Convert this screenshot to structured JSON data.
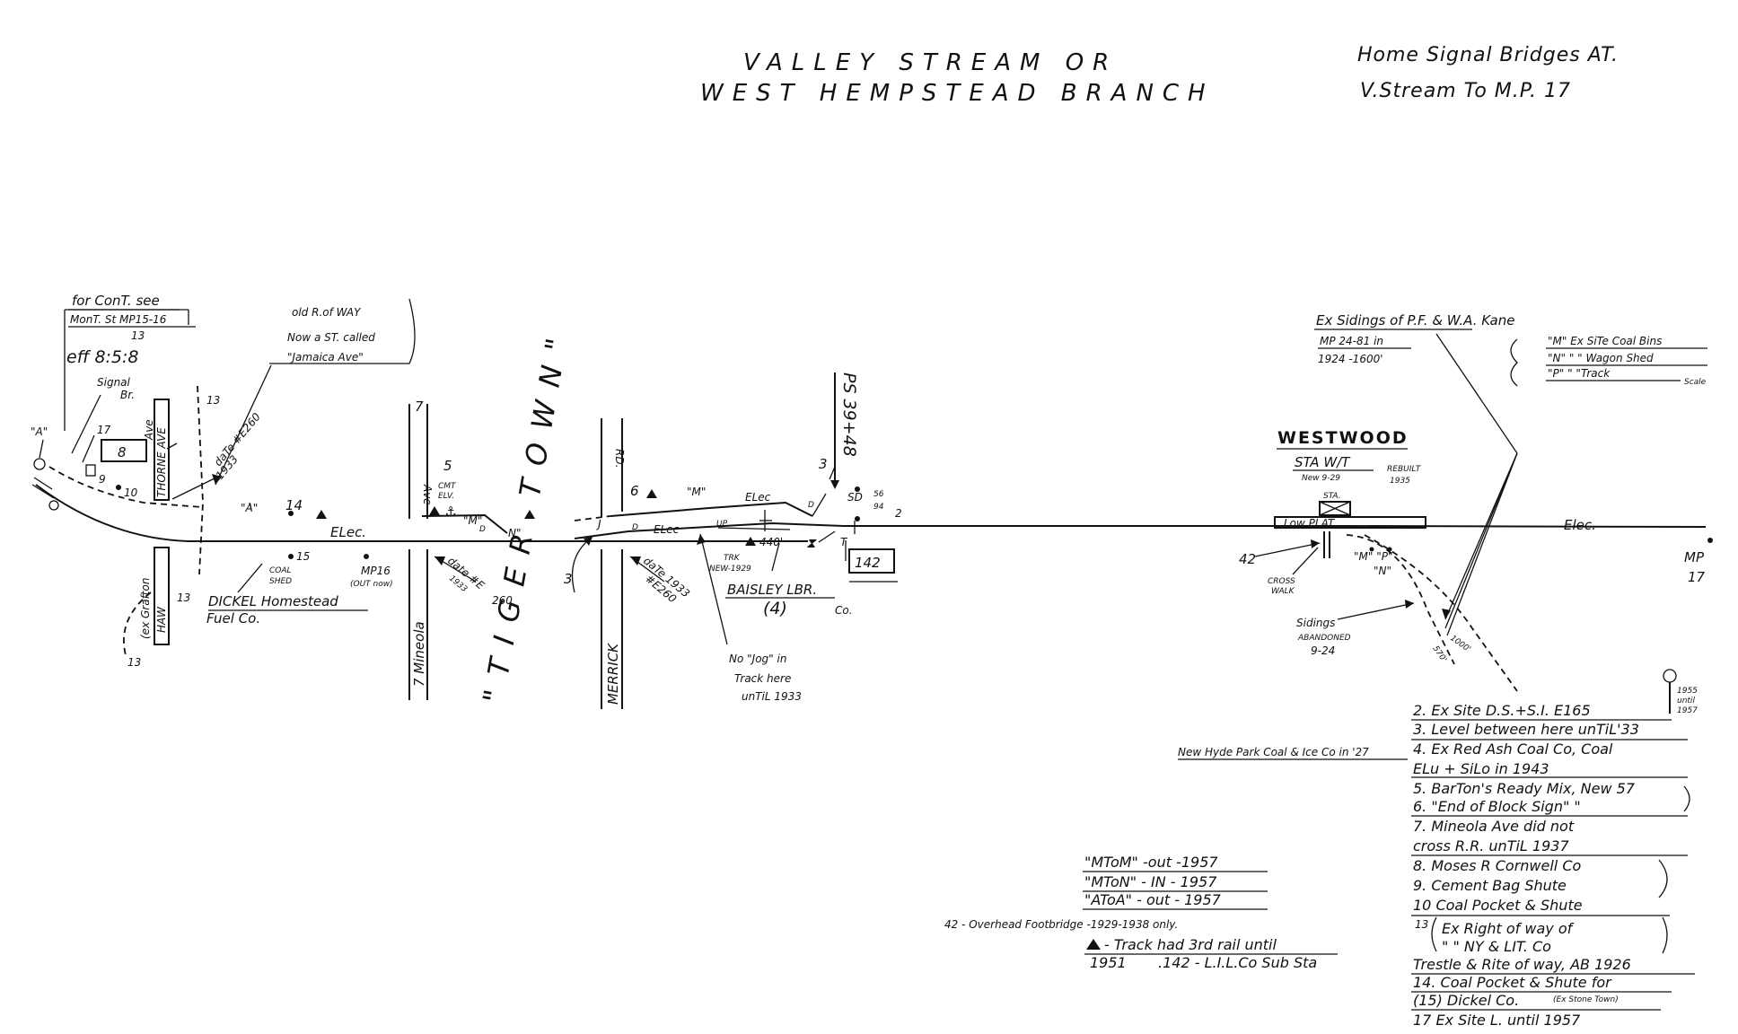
{
  "title": {
    "line1": "VALLEY STREAM OR",
    "line2": "WEST HEMPSTEAD BRANCH",
    "note1": "Home Signal Bridges AT.",
    "note2": "V.Stream To M.P. 17"
  },
  "left_notes": {
    "cont_a": "for ConT. see",
    "cont_b": "MonT. St MP15-16",
    "eff": "eff 8:5:8",
    "signal_a": "Signal",
    "signal_b": "Br.",
    "marker_A": "\"A\"",
    "n13a": "13",
    "n13b": "13",
    "n13c": "13",
    "n13d": "13",
    "n8": "8",
    "n9": "9",
    "n10": "10",
    "n17": "17",
    "thorne": "THORNE AVE",
    "thorne2": "Ave",
    "hawex": "(ex Grafton",
    "haw": "HAW",
    "date1": "daTe #E260",
    "date1b": "1933",
    "oldrow_a": "old R.of WAY",
    "oldrow_b": "Now a ST. called",
    "oldrow_c": "\"Jamaica Ave\""
  },
  "track": {
    "A": "\"A\"",
    "n14": "14",
    "elec1": "ELec.",
    "n15": "15",
    "coal1": "COAL",
    "coal2": "SHED",
    "mp16": "MP16",
    "outnow": "(OUT now)",
    "dickel1": "DICKEL Homestead",
    "dickel2": "Fuel Co.",
    "mineola_v": "7 Mineola",
    "mineola_top": "7",
    "ave": "Ave",
    "n5": "5",
    "cmt1": "CMT",
    "cmt2": "ELV.",
    "M1": "\"M\"",
    "N1": "N\"",
    "D1": "D",
    "date2": "date #E",
    "date2b": "1933",
    "date2c": "260",
    "tigertown": "\"TIGER TOWN\"",
    "n3a": "3",
    "merrick": "MERRICK",
    "rd": "RD.",
    "n6": "6",
    "M2": "\"M\"",
    "elec2": "ELec",
    "J": "J",
    "D2": "D",
    "elec3": "ELec",
    "up": "UP",
    "date3": "daTe 1933",
    "date3b": "#E260",
    "trk1": "TRK",
    "trk2": "NEW-1929",
    "f440": "440'",
    "baisley": "BAISLEY LBR.",
    "baisley4": "(4)",
    "baisleyco": "Co.",
    "nojog1": "No \"Jog\" in",
    "nojog2": "Track here",
    "nojog3": "unTiL 1933",
    "n3b": "3",
    "ps": "PS 39+48",
    "sd": "SD",
    "sd56": "56",
    "sd94": "94",
    "n2": "2",
    "n142": "142",
    "D3": "D",
    "T": "T"
  },
  "westwood": {
    "name": "WESTWOOD",
    "sta": "STA W/T",
    "new": "New 9-29",
    "rebuilt1": "REBUILT",
    "rebuilt2": "1935",
    "sta_box": "STA.",
    "plat": "Low PLAT.",
    "n42": "42",
    "cross1": "CROSS",
    "cross2": "WALK",
    "mnp": "\"M\" \"P\"",
    "nn": "\"N\"",
    "sid1": "Sidings",
    "sid2": "ABANDONED",
    "sid3": "9-24",
    "f1000": "1000'",
    "f570": "570'",
    "elec": "Elec.",
    "mp17a": "MP",
    "mp17b": "17"
  },
  "kane": {
    "a": "Ex Sidings of P.F. & W.A. Kane",
    "b": "MP 24-81 in",
    "c": "1924 -1600'",
    "m": "\"M\" Ex SiTe Coal Bins",
    "n": "\"N\"   \"   \"   Wagon Shed",
    "p": "\"P\"   \"   \"Track",
    "scale": "Scale"
  },
  "right_legend": {
    "sig1": "1955",
    "sig2": "until",
    "sig3": "1957",
    "l2": "2. Ex Site  D.S.+S.I. E165",
    "l3": "3. Level between here unTiL'33",
    "l4": "4. Ex Red Ash Coal Co, Coal",
    "l4b": "ELu + SiLo in 1943",
    "l5": "5. BarTon's Ready Mix, New 57",
    "l6": "6. \"End of Block Sign\" \"",
    "l7": "7. Mineola Ave did not",
    "l7b": "cross R.R. unTiL 1937",
    "l8": "8. Moses R Cornwell Co",
    "l9": "9. Cement Bag Shute",
    "l10": "10 Coal Pocket & Shute",
    "l13a": "Ex Right of way of",
    "l13b": "\"   \" NY & LIT. Co",
    "l13n": "13",
    "l13c": "Trestle & Rite of way, AB 1926",
    "l14": "14. Coal Pocket & Shute for",
    "l15": "(15) Dickel Co.",
    "l15x": "(Ex Stone Town)",
    "l17": "17 Ex Site  L. until 1957",
    "hydepark": "New Hyde Park Coal & Ice Co in '27"
  },
  "bottom_legend": {
    "m1": "\"MToM\" -out -1957",
    "m2": "\"MToN\" - IN - 1957",
    "m3": "\"AToA\" - out - 1957",
    "f42": "42 - Overhead Footbridge -1929-1938 only.",
    "tri": "- Track had 3rd rail until",
    "y1951": "1951",
    "s142": ".142 - L.I.L.Co Sub Sta"
  }
}
